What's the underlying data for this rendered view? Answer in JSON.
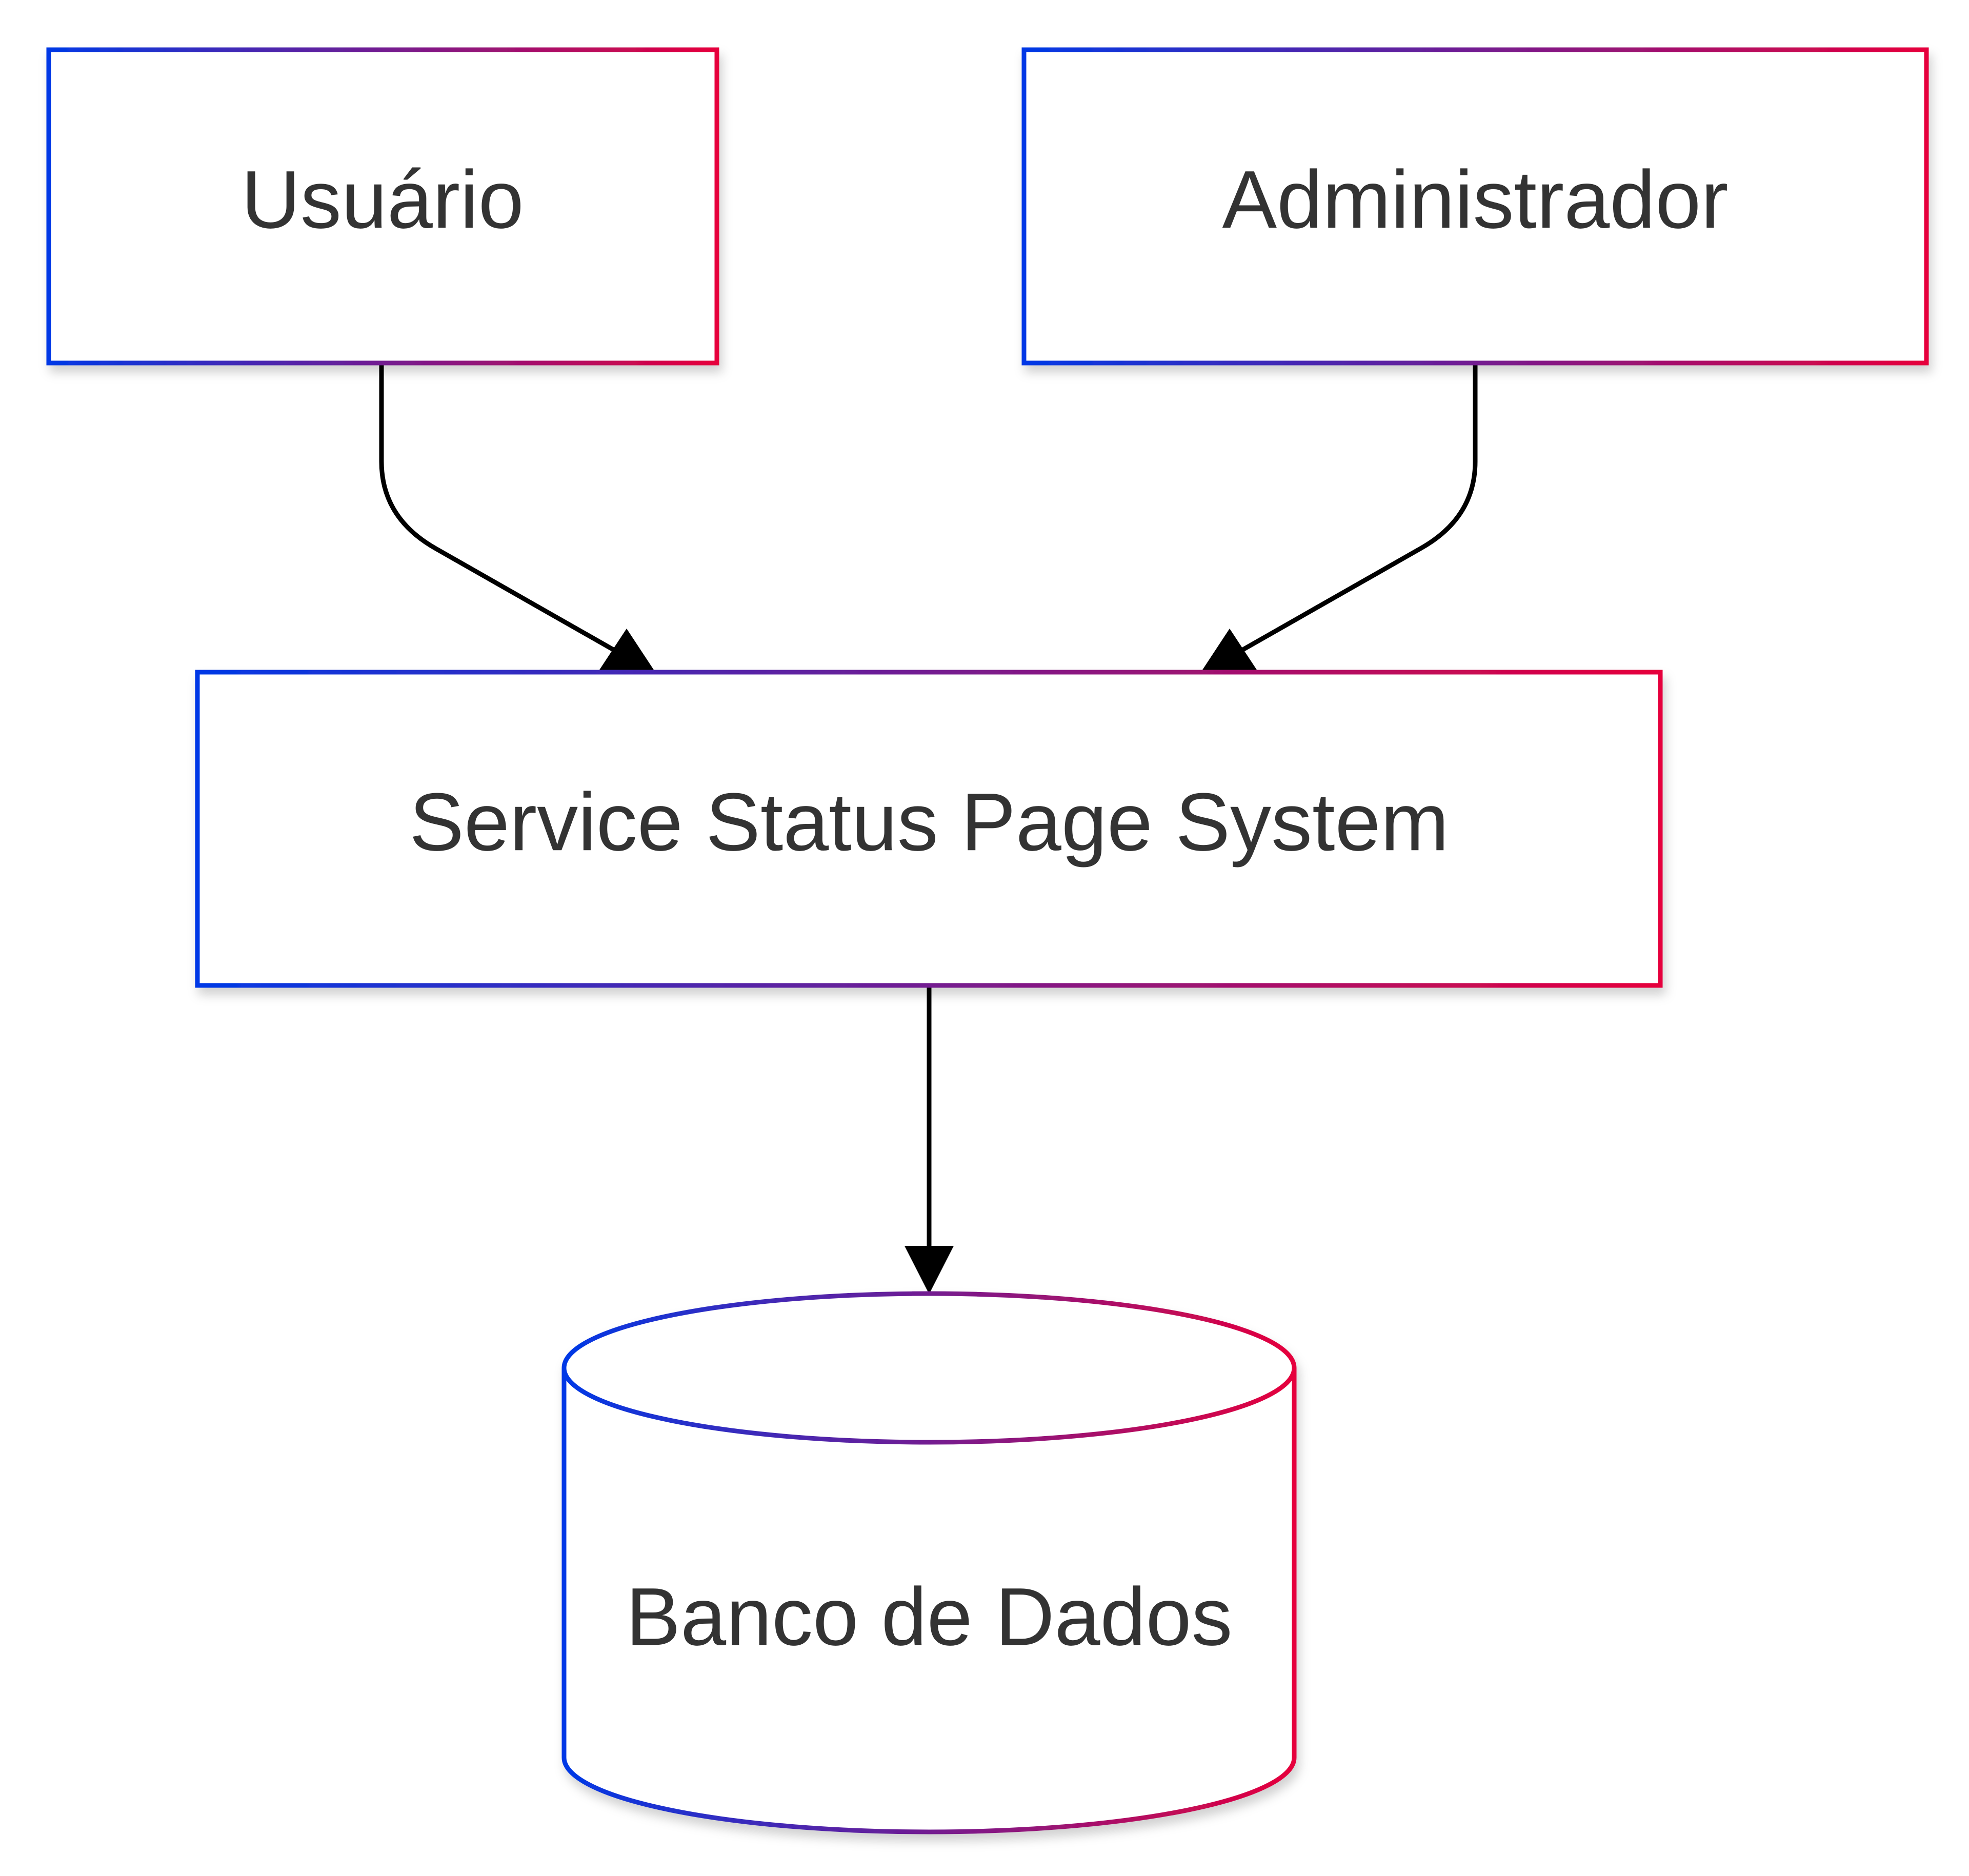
{
  "diagram": {
    "nodes": {
      "usuario": {
        "label": "Usuário",
        "shape": "rectangle"
      },
      "administrador": {
        "label": "Administrador",
        "shape": "rectangle"
      },
      "service": {
        "label": "Service Status Page System",
        "shape": "rectangle"
      },
      "banco": {
        "label": "Banco de Dados",
        "shape": "cylinder"
      }
    },
    "edges": [
      {
        "from": "Usuário",
        "to": "Service Status Page System"
      },
      {
        "from": "Administrador",
        "to": "Service Status Page System"
      },
      {
        "from": "Service Status Page System",
        "to": "Banco de Dados"
      }
    ],
    "colors": {
      "border_gradient_start": "#0039e6",
      "border_gradient_end": "#e6003c",
      "edge": "#000000",
      "text": "#333333",
      "fill": "#ffffff"
    }
  }
}
